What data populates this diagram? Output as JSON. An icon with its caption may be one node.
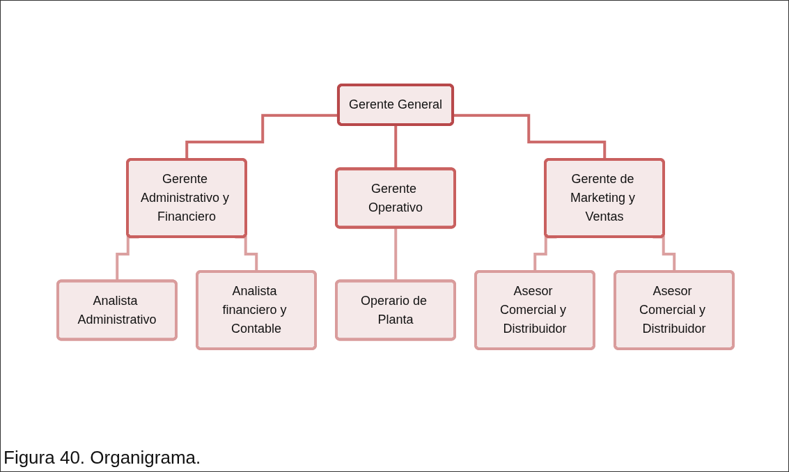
{
  "diagram": {
    "caption": "Figura 40. Organigrama.",
    "nodes": [
      {
        "text": [
          "Gerente General"
        ]
      },
      {
        "text": [
          "Gerente Administrativo y Financiero"
        ]
      },
      {
        "text": [
          "Gerente Operativo"
        ]
      },
      {
        "text": [
          "Gerente de Marketing y Ventas"
        ]
      },
      {
        "text": [
          "Analista Administrativo"
        ]
      },
      {
        "text": [
          "Analista financiero y Contable"
        ]
      },
      {
        "text": [
          "Operario de Planta"
        ]
      },
      {
        "text": [
          "Asesor Comercial y Distribuidor"
        ]
      },
      {
        "text": [
          "Asesor Comercial y Distribuidor"
        ]
      }
    ],
    "edges": [
      {
        "from": 0,
        "to": 1,
        "arrow": "none",
        "color": "#cd6b6b"
      },
      {
        "from": 0,
        "to": 2,
        "arrow": "none",
        "color": "#cd6b6b"
      },
      {
        "from": 0,
        "to": 3,
        "arrow": "none",
        "color": "#cd6b6b"
      },
      {
        "from": 1,
        "to": 4,
        "arrow": "none"
      },
      {
        "from": 1,
        "to": 5,
        "arrow": "none"
      },
      {
        "from": 2,
        "to": 6,
        "arrow": "none"
      },
      {
        "from": 3,
        "to": 7,
        "arrow": "none"
      },
      {
        "from": 3,
        "to": 8,
        "arrow": "none"
      }
    ]
  }
}
